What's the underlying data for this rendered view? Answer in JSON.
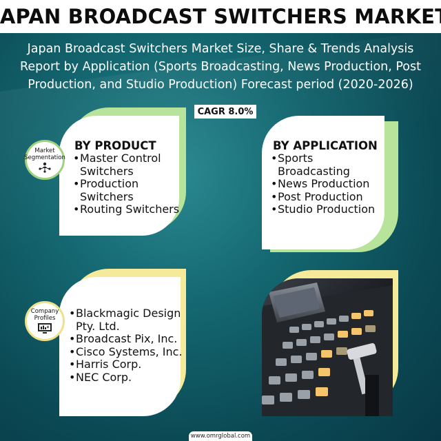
{
  "title": "JAPAN BROADCAST SWITCHERS MARKET",
  "subtitle_lines": [
    "Japan Broadcast Switchers Market Size, Share & Trends Analysis",
    "Report by Application (Sports Broadcasting, News Production, Post",
    "Production, and Studio Production) Forecast period (2020-2026)"
  ],
  "cagr": "CAGR 8.0%",
  "segmentation_badge": {
    "line1": "Market",
    "line2": "Segmentation",
    "icon": "segmentation-icon"
  },
  "by_product": {
    "heading": "BY PRODUCT",
    "items": [
      "Master Control",
      "Switchers",
      "Production",
      "Switchers",
      "Routing Switchers"
    ]
  },
  "by_application": {
    "heading": "BY APPLICATION",
    "items": [
      "Sports Broadcasting",
      "News Production",
      "Post Production",
      "Studio Production"
    ]
  },
  "company_badge": {
    "line1": "Company",
    "line2": "Profiles",
    "icon": "monitor-report-icon"
  },
  "companies": {
    "items": [
      "Blackmagic Design",
      "Pty. Ltd.",
      "Broadcast Pix, Inc.",
      "Cisco Systems, Inc.",
      "Harris Corp.",
      "NEC Corp."
    ]
  },
  "footer": "www.omrglobal.com",
  "colors": {
    "background": "#0f5c66",
    "accent_green": "#b8e39a",
    "accent_yellow": "#f4ea9a",
    "card": "#ffffff"
  }
}
